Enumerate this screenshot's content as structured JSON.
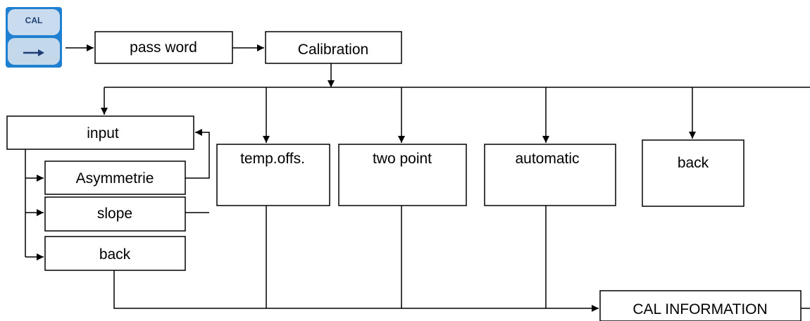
{
  "cal_button": {
    "top_label": "CAL",
    "arrow_icon": "right-arrow-icon",
    "colors": {
      "frame": "#1f7fd1",
      "face": "#c9dcef",
      "ink": "#1f3f74"
    }
  },
  "nodes": {
    "password": "pass word",
    "calibration": "Calibration",
    "input": "input",
    "asymmetrie": "Asymmetrie",
    "slope": "slope",
    "input_back": "back",
    "temp_offs": "temp.offs.",
    "two_point": "two point",
    "automatic": "automatic",
    "back": "back",
    "cal_information": "CAL INFORMATION"
  }
}
